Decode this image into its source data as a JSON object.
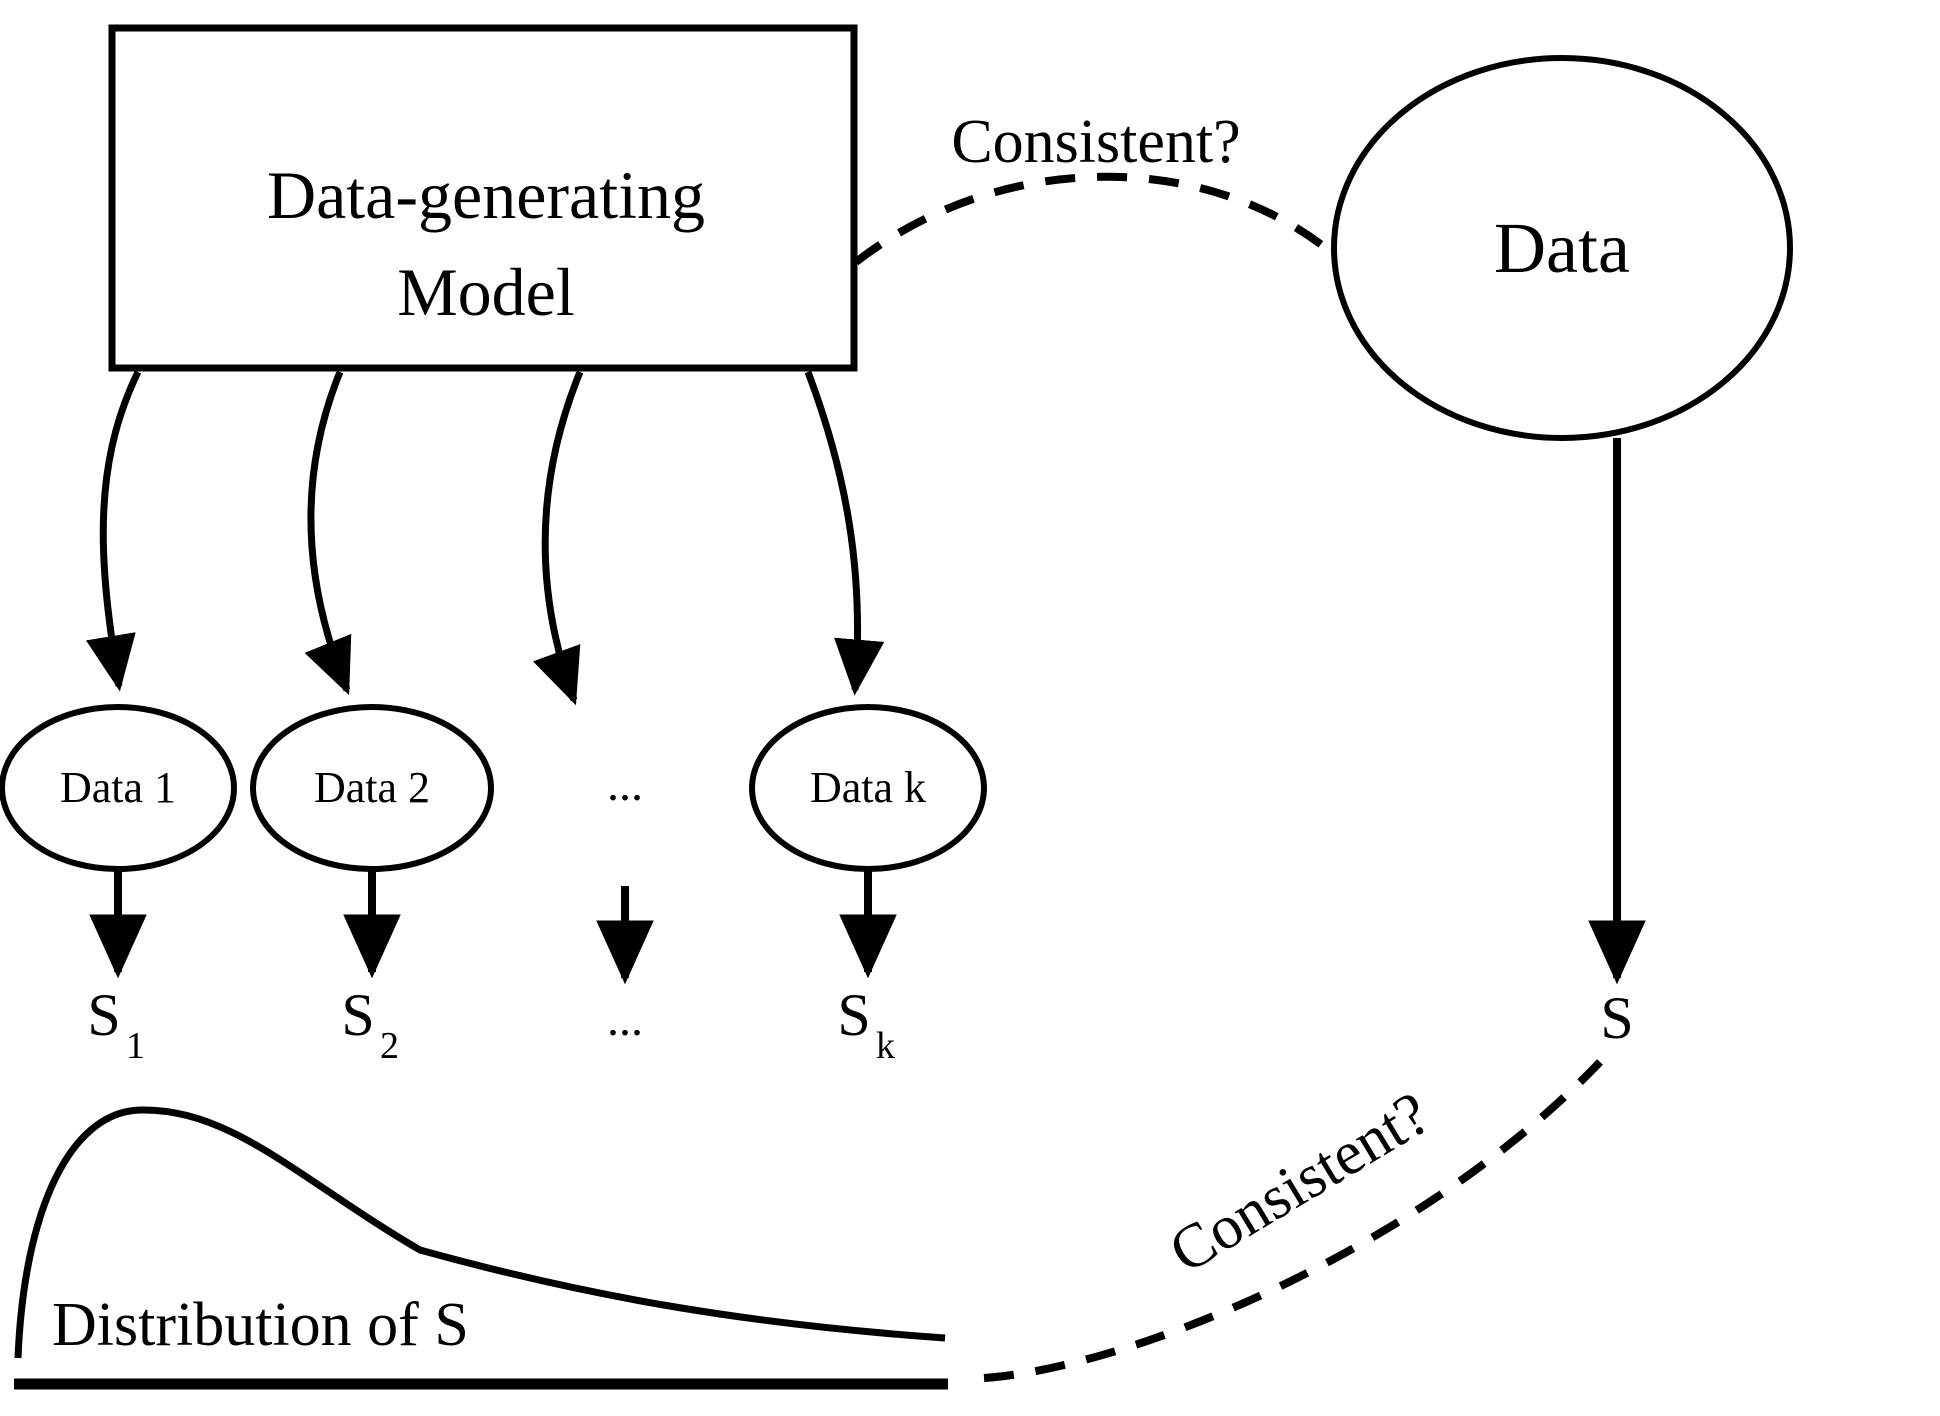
{
  "diagram": {
    "title_text": "Data-generating Model",
    "model_box": {
      "line1": "Data-generating",
      "line2": "Model"
    },
    "observed_node": {
      "label": "Data"
    },
    "replicate_nodes": [
      {
        "label": "Data 1"
      },
      {
        "label": "Data 2"
      },
      {
        "label": "..."
      },
      {
        "label": "Data k"
      }
    ],
    "statistics": [
      {
        "base": "S",
        "sub": "1"
      },
      {
        "base": "S",
        "sub": "2"
      },
      {
        "base": "...",
        "sub": ""
      },
      {
        "base": "S",
        "sub": "k"
      }
    ],
    "observed_statistic": {
      "base": "S",
      "sub": ""
    },
    "comparison_labels": {
      "top": "Consistent?",
      "bottom": "Consistent?"
    },
    "distribution": {
      "label": "Distribution of S"
    },
    "colors": {
      "stroke": "#000000",
      "background": "#ffffff",
      "text": "#000000"
    }
  },
  "chart_data": {
    "type": "line",
    "title": "Distribution of S",
    "xlabel": "",
    "ylabel": "",
    "series": [
      {
        "name": "Distribution of S",
        "x": [
          0,
          0.05,
          0.15,
          0.3,
          0.45,
          0.6,
          0.75,
          0.9,
          1.0
        ],
        "y": [
          0.0,
          0.72,
          0.97,
          0.86,
          0.63,
          0.43,
          0.26,
          0.12,
          0.07
        ]
      }
    ],
    "grid": false,
    "legend": "none"
  }
}
